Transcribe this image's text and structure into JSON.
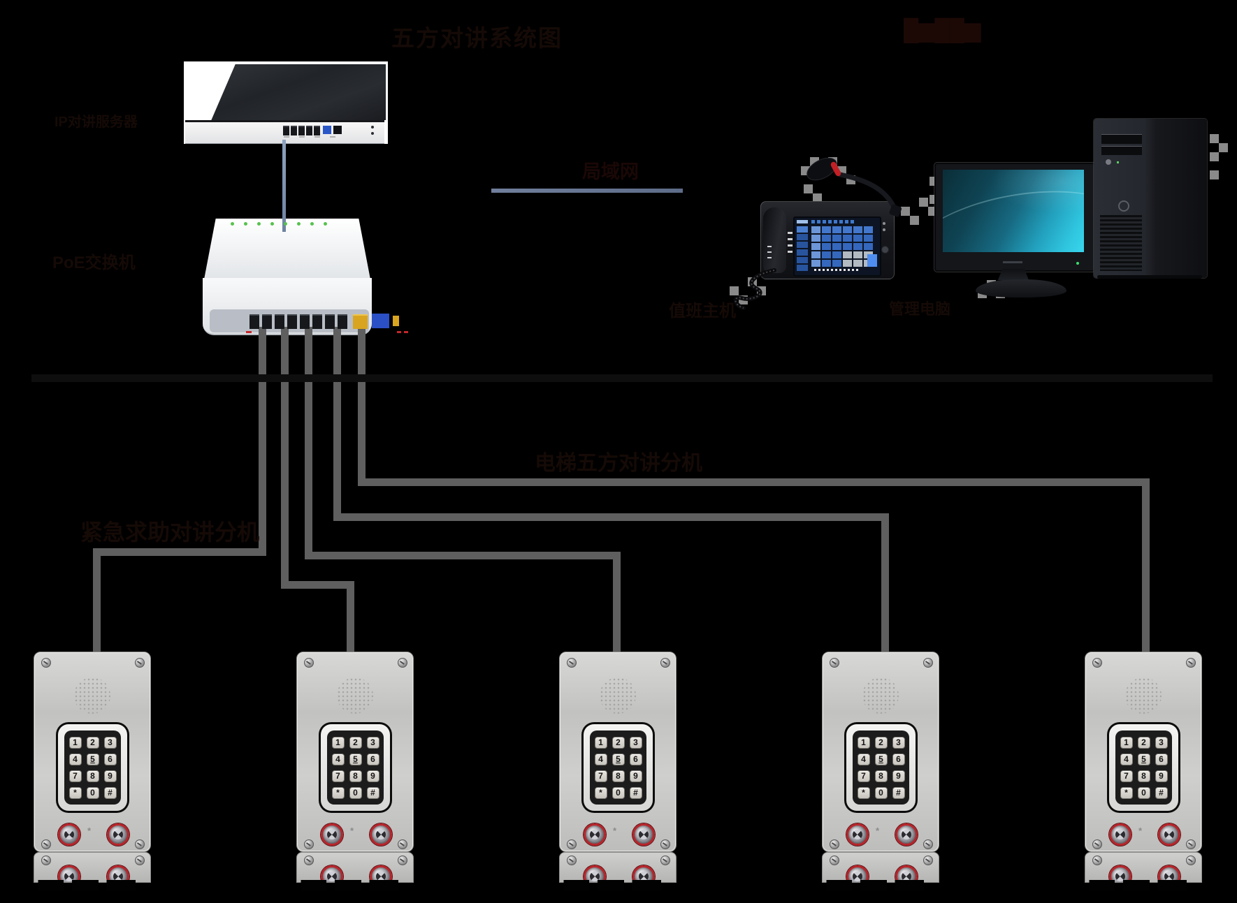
{
  "diagram": {
    "title": "五方对讲系统图",
    "logo_mark": "█▆██▆",
    "labels": {
      "server": "IP对讲服务器",
      "switch": "PoE交换机",
      "lan": "局域网",
      "console": "值班主机",
      "pc": "管理电脑",
      "door_stations_left": "紧急求助对讲分机",
      "door_stations_mid": "电梯五方对讲分机"
    }
  },
  "door_panel": {
    "count": 5,
    "keypad_keys": [
      "1",
      "2",
      "3",
      "4",
      "5",
      "6",
      "7",
      "8",
      "9",
      "*",
      "0",
      "#"
    ]
  },
  "console_screen": {
    "grid_rows": 5,
    "grid_cols": 6,
    "sidebar_items": 6,
    "toolbar_items": 8,
    "pagination_dots": 11
  },
  "colors": {
    "cable": "#5f5f5f",
    "link_line": "#8095b3",
    "label_ink": "#150a06",
    "panel_steel": "#c9c9c7",
    "call_button_ring": "#b6252b",
    "screen_teal": "#1b7c97",
    "console_blue": "#3568bd"
  }
}
